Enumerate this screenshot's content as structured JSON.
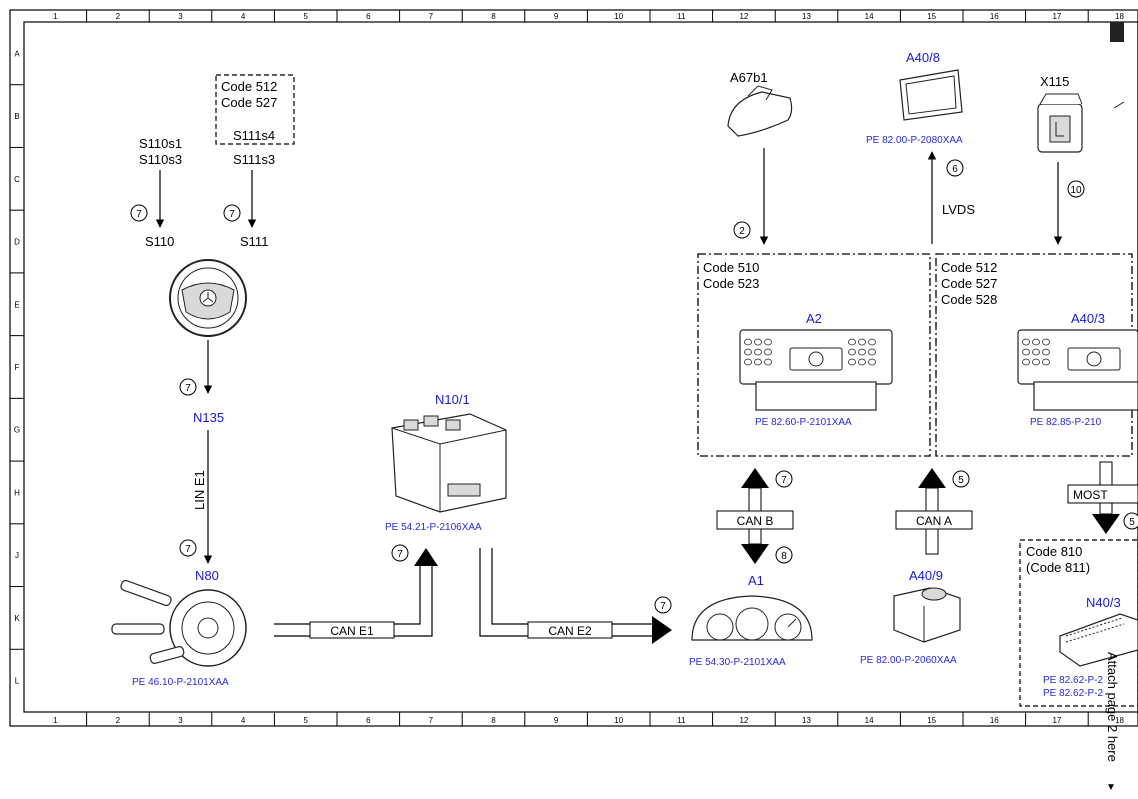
{
  "frame": {
    "columns": [
      "1",
      "2",
      "3",
      "4",
      "5",
      "6",
      "7",
      "8",
      "9",
      "10",
      "11",
      "12",
      "13",
      "14",
      "15",
      "16",
      "17",
      "18"
    ],
    "rows": [
      "A",
      "B",
      "C",
      "D",
      "E",
      "F",
      "G",
      "H",
      "J",
      "K",
      "L"
    ]
  },
  "code_box_top": {
    "lines": [
      "Code 512",
      "Code 527"
    ],
    "switch": "S111s4"
  },
  "components": {
    "s110_switches": [
      "S110s1",
      "S110s3"
    ],
    "s111_switch": "S111s3",
    "s110": "S110",
    "s111": "S111",
    "n135": "N135",
    "n80": "N80",
    "n10_1": "N10/1",
    "a67b1": "A67b1",
    "a40_8": "A40/8",
    "x115": "X115",
    "a2": "A2",
    "a40_3": "A40/3",
    "a1": "A1",
    "a40_9": "A40/9",
    "n40_3": "N40/3"
  },
  "codes": {
    "a2_box": [
      "Code 510",
      "Code 523"
    ],
    "a40_3_box": [
      "Code 512",
      "Code 527",
      "Code 528"
    ],
    "n40_3_box": [
      "Code 810",
      "(Code 811)"
    ]
  },
  "buses": {
    "lin_e1": "LIN E1",
    "can_e1": "CAN E1",
    "can_e2": "CAN E2",
    "can_b": "CAN B",
    "can_a": "CAN A",
    "most": "MOST",
    "lvds": "LVDS"
  },
  "refs": {
    "n80": "PE 46.10-P-2101XAA",
    "n10_1": "PE 54.21-P-2106XAA",
    "a1": "PE 54.30-P-2101XAA",
    "a2": "PE 82.60-P-2101XAA",
    "a40_3": "PE 82.85-P-210",
    "a40_8": "PE 82.00-P-2080XAA",
    "a40_9": "PE 82.00-P-2060XAA",
    "n40_3_a": "PE 82.62-P-2",
    "n40_3_b": "PE 82.62-P-2"
  },
  "markers": {
    "s110": "7",
    "s111": "7",
    "n135": "7",
    "n80": "7",
    "n10_1": "7",
    "can_e2": "7",
    "a2": "2",
    "a40_8": "6",
    "x115": "10",
    "can_b_up": "7",
    "can_b_down": "8",
    "can_a": "5",
    "most": "5"
  },
  "side_note": "Attach page 2 here",
  "colors": {
    "label_blue": "#1a1acc",
    "ref_blue": "#2a2ad0",
    "line": "#000000",
    "box_fill": "#ffffff"
  }
}
